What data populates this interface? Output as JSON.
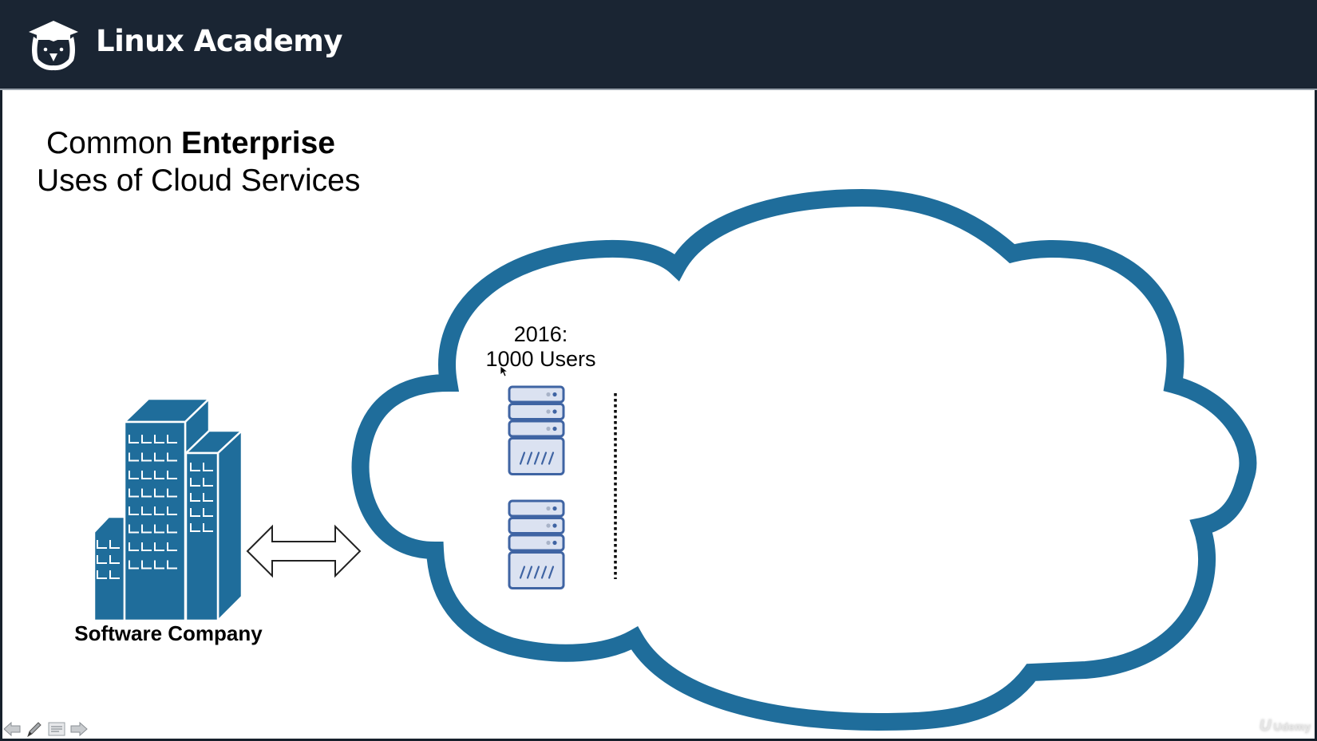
{
  "header": {
    "brand": "Linux Academy",
    "logo_icon": "owl-graduation-cap-icon",
    "background_color": "#1a2533"
  },
  "slide": {
    "title_line1_regular": "Common ",
    "title_line1_bold": "Enterprise",
    "title_line2": "Uses of Cloud Services",
    "company_label": "Software Company",
    "cloud_label_year": "2016:",
    "cloud_label_users": "1000 Users",
    "accent_color": "#1f6d9b",
    "server_fill_color": "#dbe2f1",
    "server_stroke_color": "#3f64a3",
    "server_count": 2
  },
  "player": {
    "controls": [
      {
        "name": "previous-slide",
        "icon": "arrow-left-icon"
      },
      {
        "name": "pen-tool",
        "icon": "pencil-icon"
      },
      {
        "name": "slide-menu",
        "icon": "menu-icon"
      },
      {
        "name": "next-slide",
        "icon": "arrow-right-icon"
      }
    ]
  },
  "watermark": {
    "text": "Udemy",
    "glyph": "U"
  }
}
